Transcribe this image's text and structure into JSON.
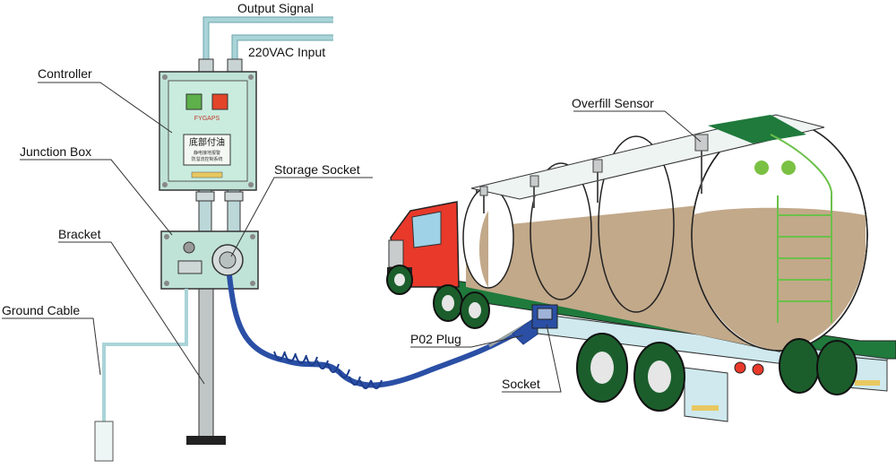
{
  "labels": {
    "output_signal": "Output Signal",
    "input_220vac": "220VAC Input",
    "controller": "Controller",
    "junction_box": "Junction Box",
    "bracket": "Bracket",
    "ground_cable": "Ground Cable",
    "storage_socket": "Storage Socket",
    "overfill_sensor": "Overfill Sensor",
    "p02_plug": "P02 Plug",
    "socket": "Socket"
  },
  "controller_panel": {
    "brand": "FYGAPS",
    "text_cn_main": "底部付油",
    "text_cn_1": "静电接地报警",
    "text_cn_2": "防溢流控制系统",
    "text_cn_3": "",
    "indicator_green_label": "",
    "indicator_red_label": ""
  },
  "colors": {
    "pipe": "#a9d4d8",
    "box_fill": "#bfe3d6",
    "truck_cab": "#e8392a",
    "tank_fill": "#c2a98a",
    "chassis_green": "#1f7a3c",
    "cable_blue": "#2a4fa5",
    "sensor_green": "#7ac143"
  }
}
